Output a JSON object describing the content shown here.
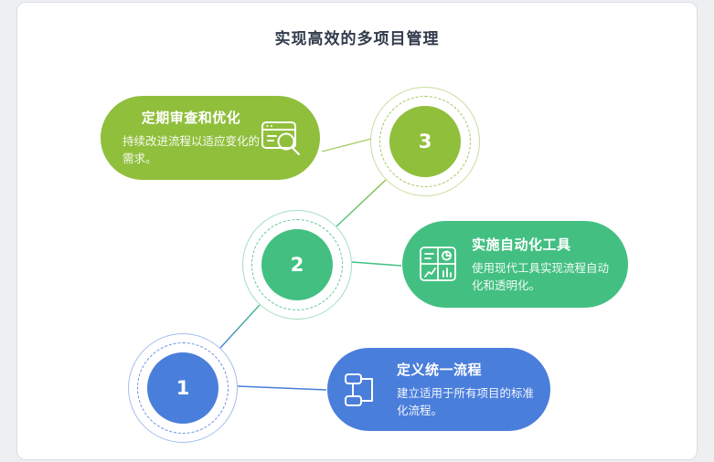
{
  "page": {
    "title": "实现高效的多项目管理"
  },
  "steps": [
    {
      "number": "1",
      "title": "定义统一流程",
      "description": "建立适用于所有项目的标准化流程。",
      "color": "#4a7edb",
      "icon": "process-flow-icon"
    },
    {
      "number": "2",
      "title": "实施自动化工具",
      "description": "使用现代工具实现流程自动化和透明化。",
      "color": "#43c081",
      "icon": "automation-dashboard-icon"
    },
    {
      "number": "3",
      "title": "定期审查和优化",
      "description": "持续改进流程以适应变化的需求。",
      "color": "#90bf3c",
      "icon": "review-search-icon"
    }
  ]
}
